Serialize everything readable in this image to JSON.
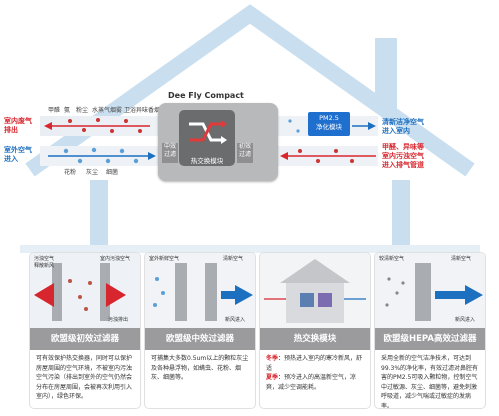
{
  "device": {
    "title": "Dee Fly Compact",
    "filter_left_1": "中效\n过滤",
    "filter_left_2": "初效\n过滤",
    "exchanger_label": "热交换模块",
    "pm_module": "PM2.5\n净化模块"
  },
  "side_labels": {
    "indoor_dirty": "室内废气\n排出",
    "outdoor_air": "室外空气\n进入",
    "clean_air": "清新洁净空气\n进入室内",
    "pollutants": "甲醛、异味等\n室内污浊空气\n进入排气管道"
  },
  "pollutant_names": [
    "甲醛",
    "氨",
    "粉尘",
    "水蒸气",
    "烟雾",
    "卫浴异味",
    "香烟"
  ],
  "particle_names": [
    "花粉",
    "灰尘",
    "细菌"
  ],
  "panels": [
    {
      "title": "欧盟级初效过滤器",
      "desc": "可有效保护热交换器，同时可以保护房屋周围的空气环境，不被室内污浊空气污染（排出到室外的空气仍然会分布在房屋周围，会被再次利用引入室内），绿色环保。",
      "labels": [
        "污浊空气",
        "释散新风",
        "室内污浊空气",
        "污浊排出"
      ]
    },
    {
      "title": "欧盟级中效过滤器",
      "desc": "可捕集大多数0.5um以上的颗粒灰尘及各种悬浮物，如螨虫、花粉、烟灰、细菌等。",
      "labels": [
        "室外新鲜空气",
        "清新空气",
        "新风进入"
      ]
    },
    {
      "title": "热交换模块",
      "desc_a_tag": "冬季：",
      "desc_a": "预热进入室内的寒冷新风，舒适",
      "desc_b_tag": "夏季：",
      "desc_b": "预冷进入的高温新空气，凉爽，减少空调能耗。"
    },
    {
      "title": "欧盟级HEPA高效过滤器",
      "desc": "采用全新的空气洁净技术，可达到99.3%的净化率，有效过滤对鼻腔有害的PM2.5可吸入颗粒物，控制空气中过敏源、灰尘、细菌等，避免刺激呼吸道，减少气喘或过敏症的发病率。",
      "labels": [
        "较清新空气",
        "清新空气",
        "新风进入"
      ]
    }
  ],
  "colors": {
    "house": "#c9dff0",
    "red": "#d8262e",
    "blue": "#1d6fc0",
    "unit": "#b8b9bb"
  }
}
